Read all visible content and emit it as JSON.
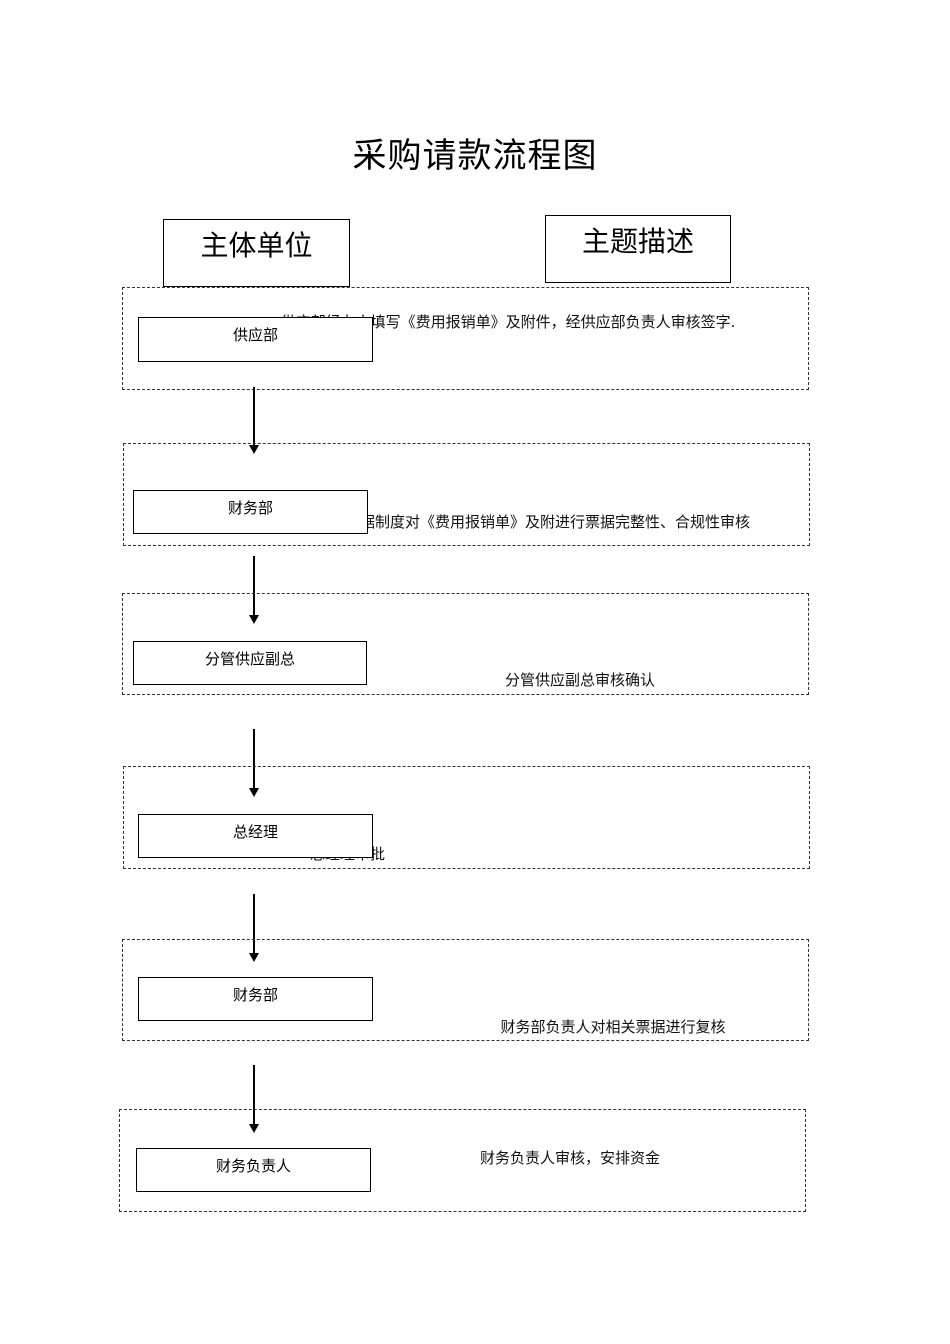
{
  "title": "采购请款流程图",
  "headers": {
    "entity": "主体单位",
    "description": "主题描述"
  },
  "steps": [
    {
      "department": "供应部",
      "description": "供应部经办人填写《费用报销单》及附件，经供应部负责人审核签字."
    },
    {
      "department": "财务部",
      "description": "财务部会计根据制度对《费用报销单》及附进行票据完整性、合规性审核"
    },
    {
      "department": "分管供应副总",
      "description": "分管供应副总审核确认"
    },
    {
      "department": "总经理",
      "description": "总经理审批"
    },
    {
      "department": "财务部",
      "description": "财务部负责人对相关票据进行复核"
    },
    {
      "department": "财务负责人",
      "description": "财务负责人审核，安排资金"
    }
  ]
}
